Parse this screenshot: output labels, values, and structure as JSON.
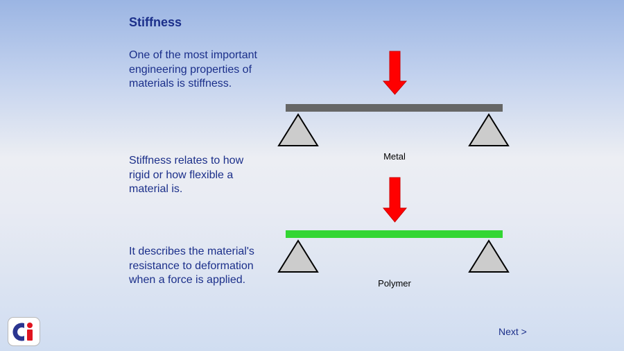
{
  "title": "Stiffness",
  "paragraphs": [
    "One of the most important engineering properties of materials is stiffness.",
    "Stiffness relates to how rigid or how flexible a material is.",
    "It describes the material's resistance to deformation when a force is applied."
  ],
  "diagram": {
    "beams": [
      {
        "label": "Metal",
        "color": "#666666"
      },
      {
        "label": "Polymer",
        "color": "#33d633"
      }
    ],
    "arrow_color": "#ff0000",
    "support_fill": "#cccccc"
  },
  "nav": {
    "next_label": "Next >"
  },
  "logo": {
    "icon": "ci-logo-icon",
    "accent": "#e0141f"
  }
}
